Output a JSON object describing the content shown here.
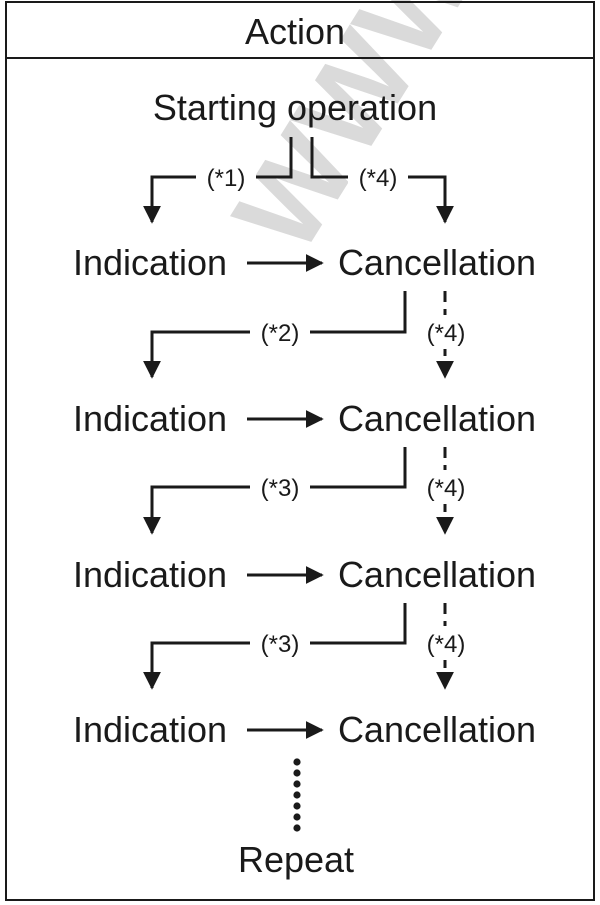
{
  "header": {
    "title": "Action"
  },
  "watermark": {
    "text": "WWW.C"
  },
  "flow": {
    "start": "Starting operation",
    "rows": [
      {
        "indication": "Indication",
        "cancellation": "Cancellation",
        "left_note": "(*1)",
        "right_note": "(*4)"
      },
      {
        "indication": "Indication",
        "cancellation": "Cancellation",
        "left_note": "(*2)",
        "right_note": "(*4)"
      },
      {
        "indication": "Indication",
        "cancellation": "Cancellation",
        "left_note": "(*3)",
        "right_note": "(*4)"
      },
      {
        "indication": "Indication",
        "cancellation": "Cancellation",
        "left_note": "(*3)",
        "right_note": "(*4)"
      }
    ],
    "end": "Repeat"
  }
}
